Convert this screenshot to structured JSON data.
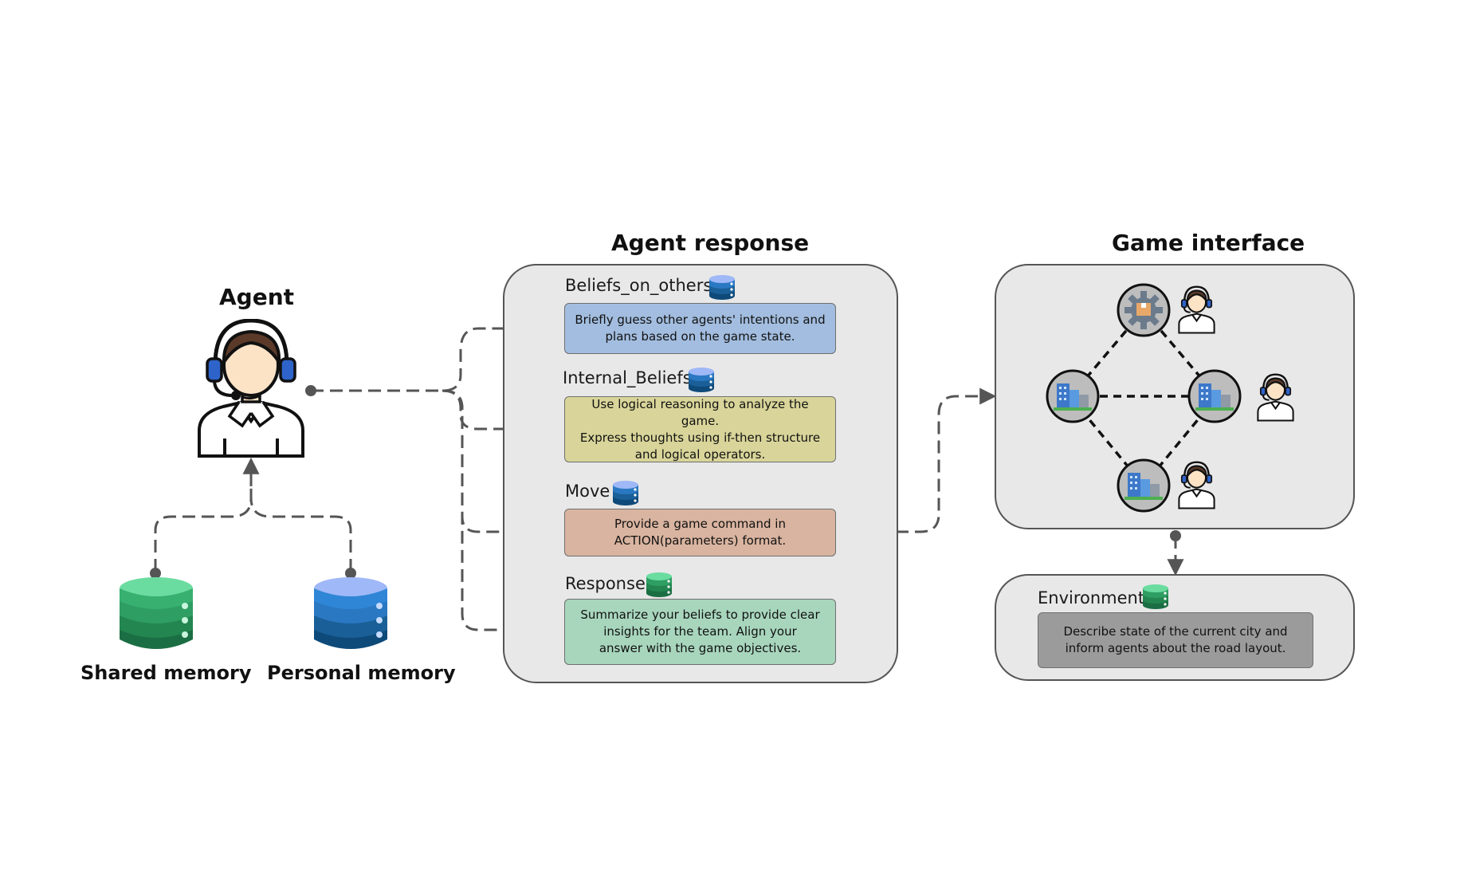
{
  "agent": {
    "title": "Agent"
  },
  "memory": {
    "shared_label": "Shared memory",
    "personal_label": "Personal memory"
  },
  "agent_response": {
    "title": "Agent response",
    "sections": [
      {
        "label": "Beliefs_on_others",
        "text": "Briefly guess other agents' intentions and\nplans based on the game state.",
        "color": "#a2bddf"
      },
      {
        "label": "Internal_Beliefs",
        "text": "Use logical reasoning to analyze the game.\nExpress thoughts using if-then structure\nand logical operators.",
        "color": "#d9d59a"
      },
      {
        "label": "Move",
        "text": "Provide a game command in\nACTION(parameters) format.",
        "color": "#d9b4a0"
      },
      {
        "label": "Response",
        "text": "Summarize your beliefs to provide clear\ninsights for the team. Align your\nanswer with the game objectives.",
        "color": "#a8d6bd"
      }
    ]
  },
  "game_interface": {
    "title": "Game interface"
  },
  "environment": {
    "label": "Environment",
    "text": "Describe state of the current city and\ninform agents about the road layout.",
    "color": "#9b9b9b"
  },
  "icons": [
    "agent-headset-icon",
    "shared-memory-database-icon",
    "personal-memory-database-icon",
    "database-icon",
    "city-building-icon",
    "gear-box-icon"
  ],
  "colors": {
    "connector": "#555555",
    "panel": "#e8e8e8",
    "shared_db": "#2f9e63",
    "personal_db": "#2a78c2"
  }
}
